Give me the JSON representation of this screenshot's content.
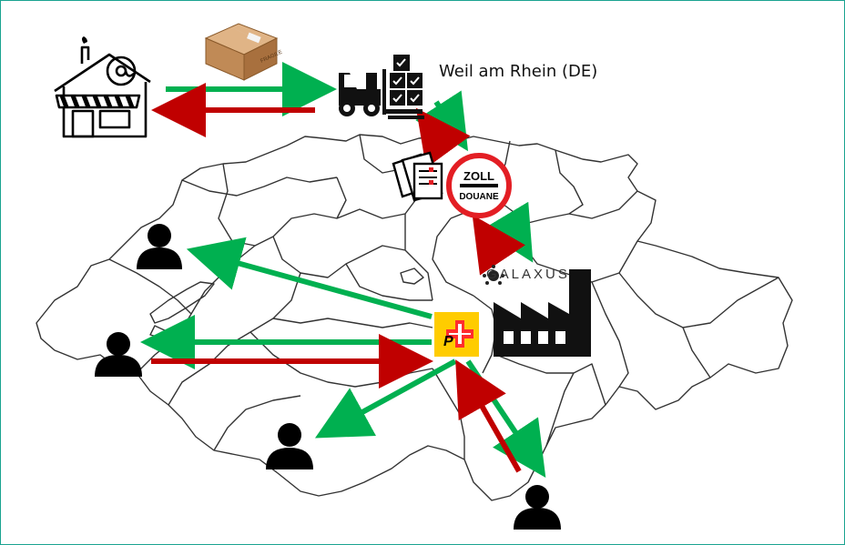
{
  "location_label": "Weil am Rhein (DE)",
  "customs_sign": {
    "top": "ZOLL",
    "bottom": "DOUANE"
  },
  "brand_name": "GALAXUS",
  "box_label": "FRAGILE",
  "post_logo": "P",
  "colors": {
    "outbound_arrow": "#00b050",
    "return_arrow": "#c00000",
    "frame": "#1aa390",
    "post_yellow": "#ffcc00",
    "post_red": "#ff2d2d",
    "customs_red": "#e31e24",
    "box_brown": "#c08a56"
  },
  "icons": {
    "shop": "online-shop-icon",
    "parcel": "parcel-box-icon",
    "warehouse": "forklift-warehouse-icon",
    "documents": "customs-documents-icon",
    "customs": "customs-sign-icon",
    "factory": "factory-icon",
    "post": "swiss-post-logo",
    "customer": "customer-icon"
  }
}
